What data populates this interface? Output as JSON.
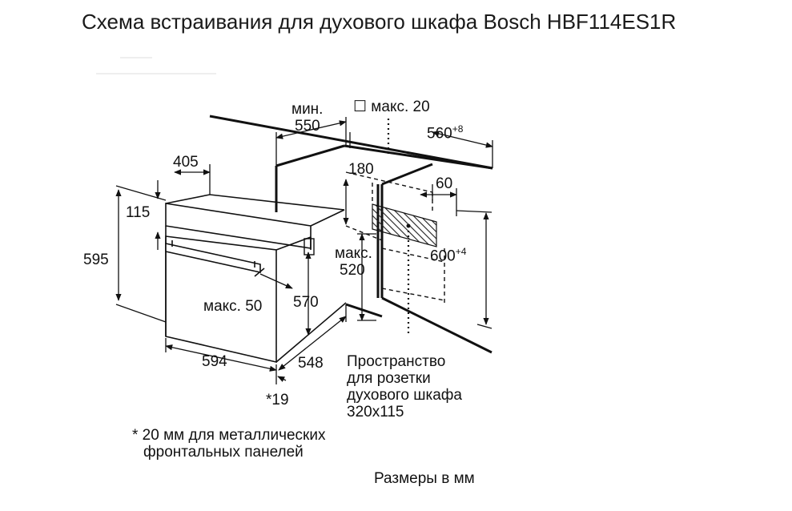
{
  "title": "Схема встраивания для духового шкафа Bosch HBF114ES1R",
  "labels": {
    "min": "мин.",
    "d550": "550",
    "max20": "☐ макс. 20",
    "d560": "560",
    "d560_tol": "+8",
    "d405": "405",
    "d180": "180",
    "d60": "60",
    "d115": "115",
    "d595": "595",
    "max_520": "макс.",
    "d520": "520",
    "d600": "600",
    "d600_tol": "+4",
    "max50": "макс. 50",
    "d570": "570",
    "d594": "594",
    "d548": "548",
    "d19": "*19"
  },
  "socket_note": [
    "Пространство",
    "для розетки",
    "духового шкафа",
    "320x115"
  ],
  "footnote": [
    "* 20 мм для металлических",
    "фронтальных панелей"
  ],
  "units": "Размеры в мм"
}
